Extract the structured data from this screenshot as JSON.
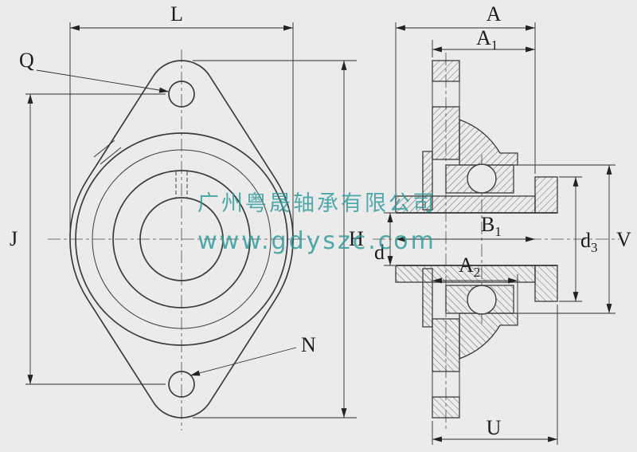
{
  "watermark": {
    "company": "广州粤晟轴承有限公司",
    "website": "www.gdyszc.com"
  },
  "dim_labels": {
    "L": "L",
    "Q": "Q",
    "J": "J",
    "H": "H",
    "N": "N",
    "d": "d",
    "A": "A",
    "V": "V",
    "U": "U",
    "A1": {
      "base": "A",
      "sub": "1"
    },
    "A2": {
      "base": "A",
      "sub": "2"
    },
    "B1": {
      "base": "B",
      "sub": "1"
    },
    "d3": {
      "base": "d",
      "sub": "3"
    }
  },
  "colors": {
    "background": "#ebebeb",
    "line": "#3c3c3c",
    "watermark": "#2e9b9b"
  }
}
